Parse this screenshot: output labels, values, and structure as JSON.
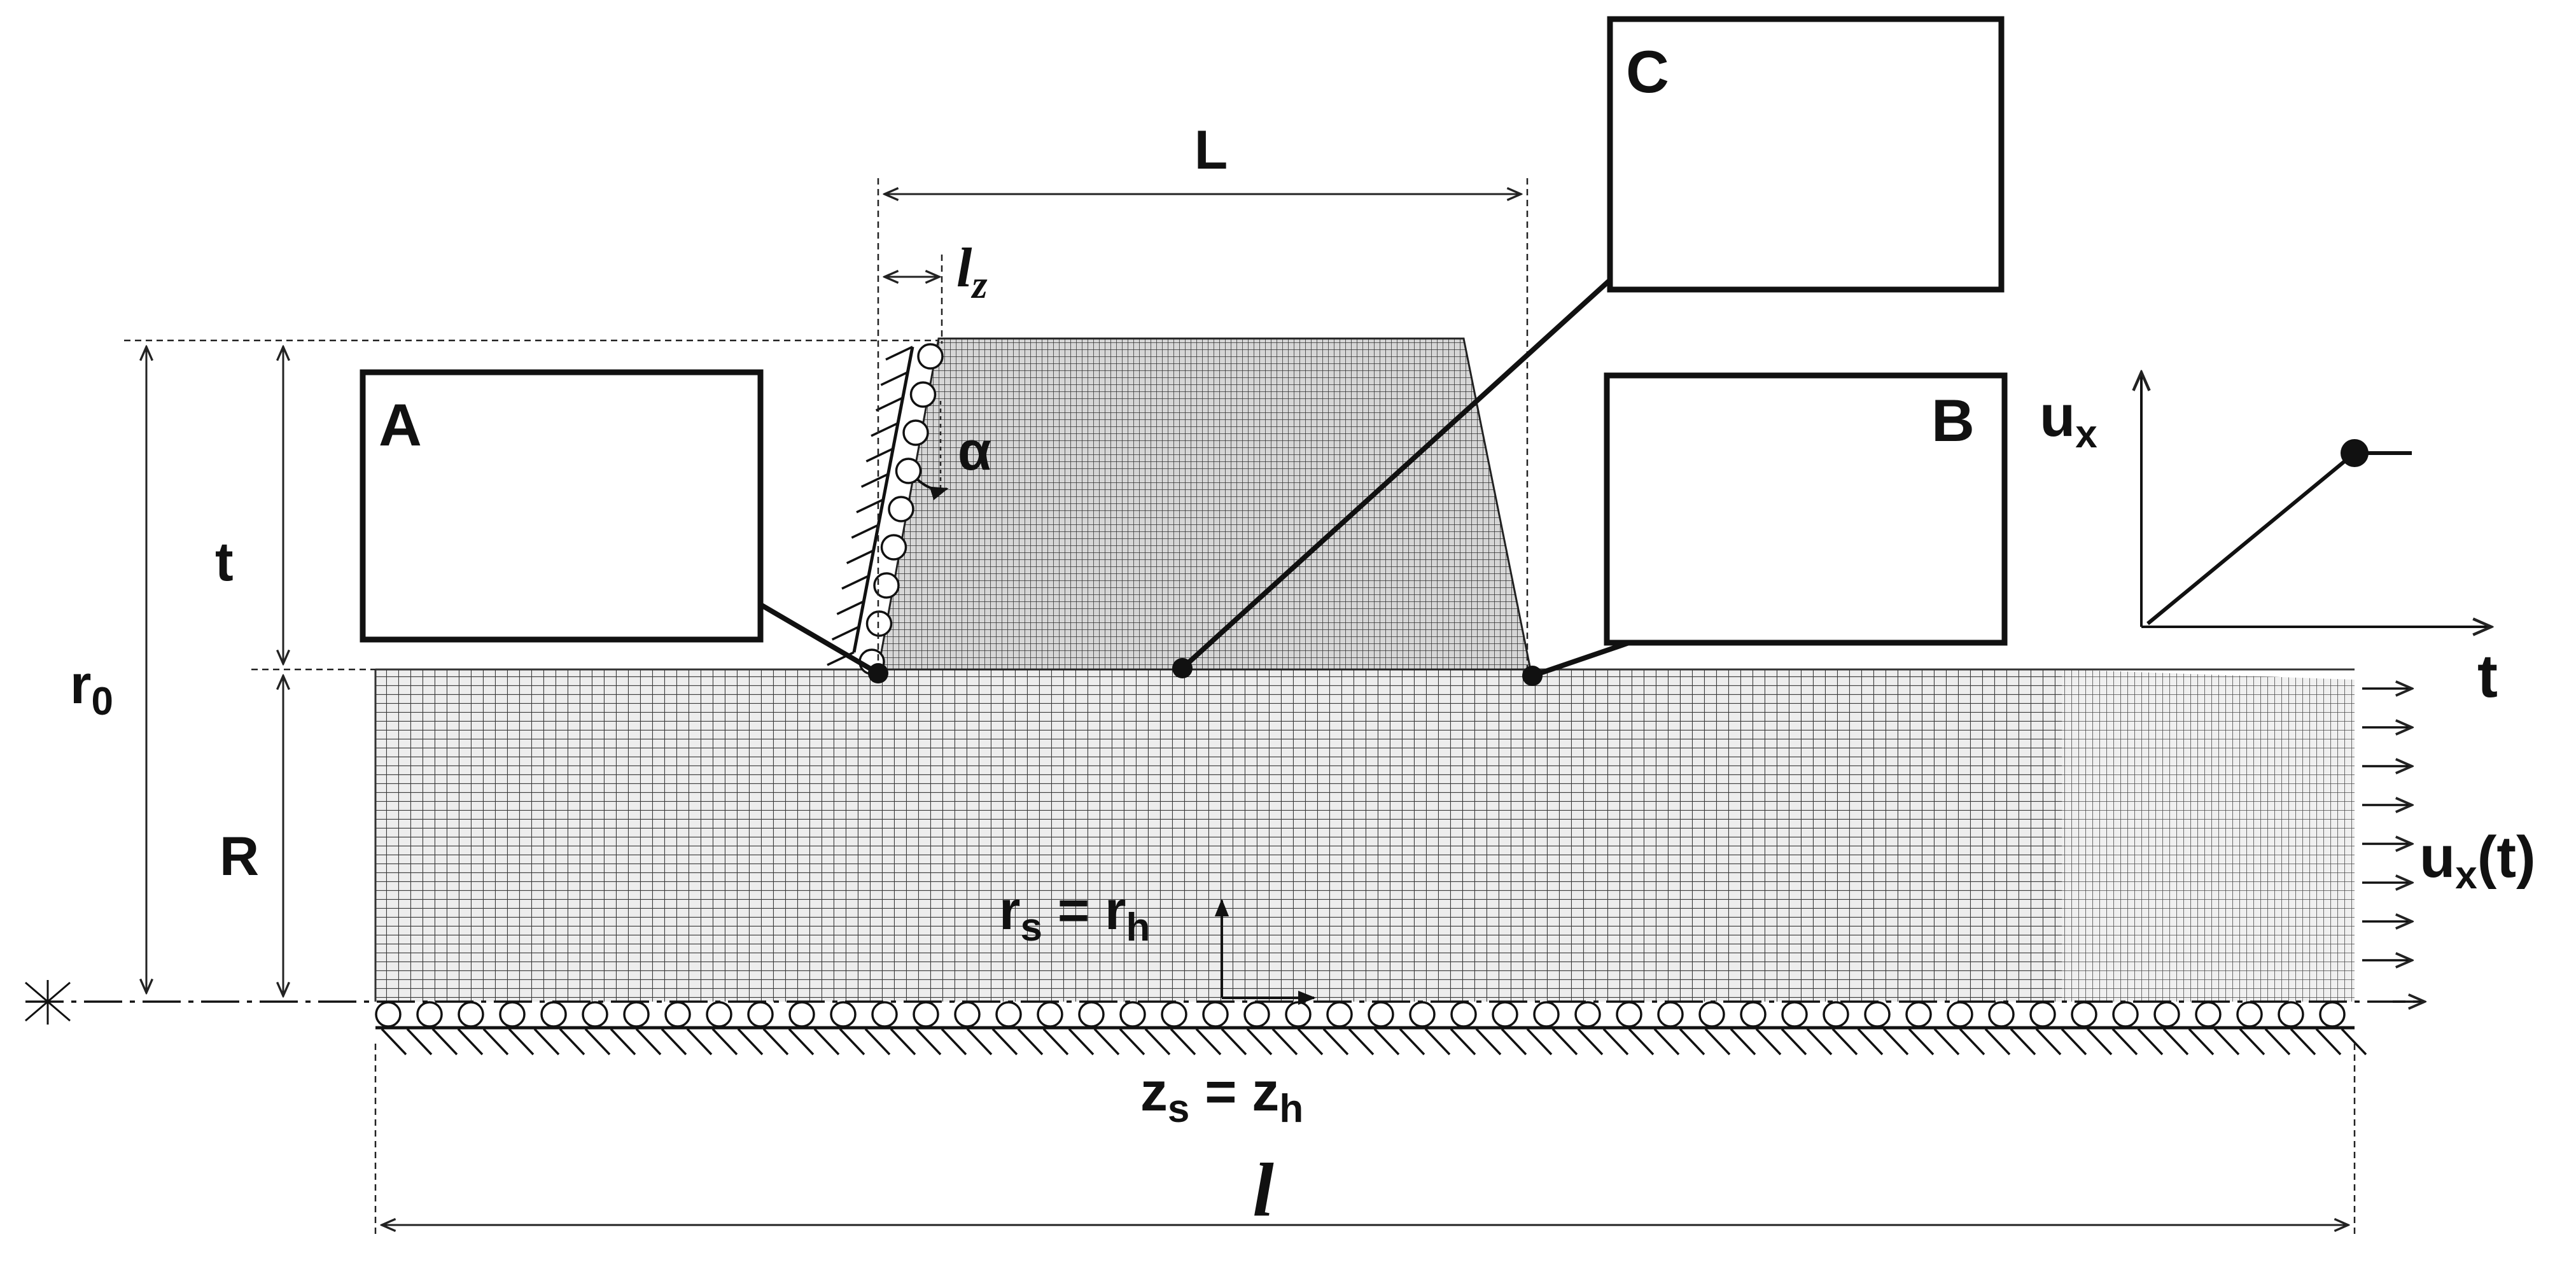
{
  "labels": {
    "L": "L",
    "lz_main": "l",
    "lz_sub": "z",
    "t": "t",
    "r0_main": "r",
    "r0_sub": "0",
    "R": "R",
    "alpha": "α",
    "inset_a": "A",
    "inset_b": "B",
    "inset_c": "C",
    "rs_main": "r",
    "rs_sub": "s",
    "eq1": " = r",
    "rh_sub": "h",
    "zs_main": "z",
    "zs_sub": "s",
    "eq2": " = z",
    "zh_sub": "h",
    "l_total": "l",
    "ux_graph_main": "u",
    "ux_graph_sub": "x",
    "t_graph": "t",
    "uxt_main": "u",
    "uxt_sub": "x",
    "uxt_tail": "(t)"
  },
  "colors": {
    "mesh_line": "#3a3a3a",
    "mesh_fine": "#9a8a98",
    "frame": "#111111"
  }
}
